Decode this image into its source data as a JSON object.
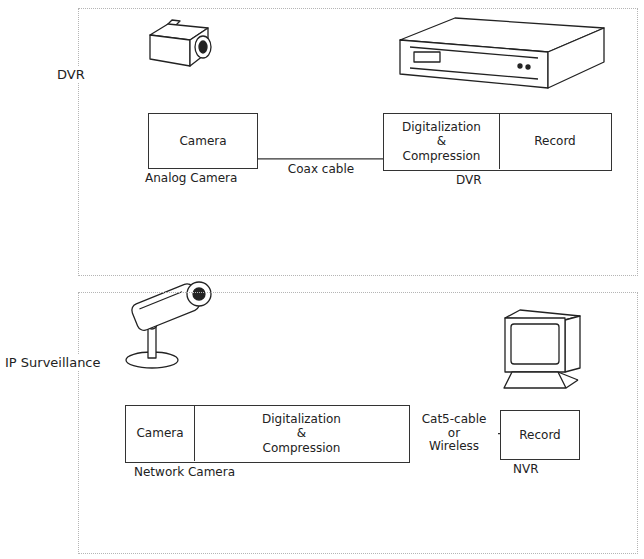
{
  "diagram": {
    "nodes": [
      {
        "text": [
          "DVR"
        ]
      },
      {
        "text": [
          "Camera",
          "Analog Camera"
        ],
        "in": 0
      },
      {
        "text": [
          "DVR"
        ],
        "in": 0
      },
      {
        "text": [
          "Digitalization & Compression"
        ],
        "in": 2
      },
      {
        "text": [
          "Record"
        ],
        "in": 2
      },
      {
        "text": [
          "IP Surveillance"
        ]
      },
      {
        "text": [
          "Network Camera"
        ],
        "in": 5
      },
      {
        "text": [
          "Camera"
        ],
        "in": 6
      },
      {
        "text": [
          "Digitalization & Compression"
        ],
        "in": 6
      },
      {
        "text": [
          "Record",
          "NVR"
        ],
        "in": 5
      }
    ],
    "edges": [
      {
        "from": 1,
        "to": 3,
        "label": "Coax cable",
        "arrow": "none"
      },
      {
        "from": 8,
        "to": 9,
        "label": "Cat5-cable or Wireless",
        "arrow": "none"
      }
    ]
  }
}
